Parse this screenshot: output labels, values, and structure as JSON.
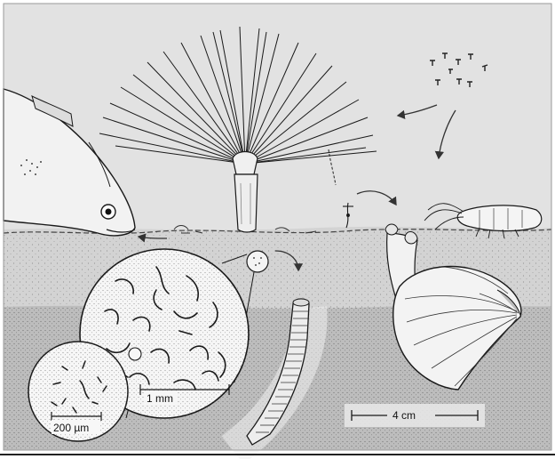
{
  "scale_bars": {
    "large": "4 cm",
    "medium": "1 mm",
    "small": "200 µm"
  },
  "colors": {
    "water": "#e2e2e2",
    "sediment_top": "#d2d2d2",
    "sediment_deep": "#bcbcbc",
    "ink": "#1a1a1a"
  }
}
